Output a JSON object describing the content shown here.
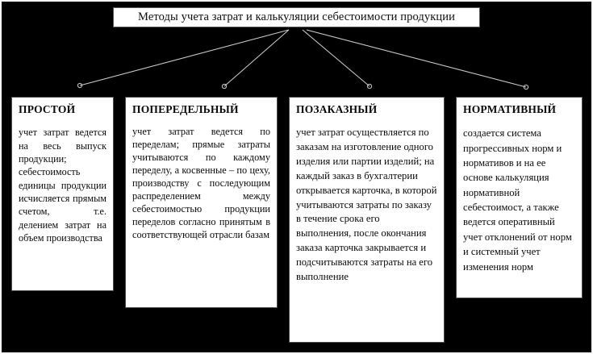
{
  "diagram": {
    "title": "Методы учета затрат и калькуляции себестоимости продукции",
    "background_color": "#000000",
    "box_color": "#ffffff",
    "text_color": "#0a0a0a",
    "connector_color": "#c8c8c8",
    "methods": [
      {
        "header": "ПРОСТОЙ",
        "body": "учет затрат ведется на весь выпуск продукции; себестоимость единицы продукции исчисляется прямым счетом, т.е. делением затрат на объем производства",
        "align": "justify"
      },
      {
        "header": "ПОПЕРЕДЕЛЬНЫЙ",
        "body": "учет затрат ведется по переделам; прямые затраты учитываются по каждому переделу, а косвенные – по цеху, производству с последующим распределением между себестоимостью продукции переделов согласно принятым в соответствующей отрасли базам",
        "align": "justify"
      },
      {
        "header": "ПОЗАКАЗНЫЙ",
        "body": "учет затрат осуществляется по заказам на изготовление одного изделия или партии изделий; на каждый заказ в бухгалтерии открывается карточка, в которой учитываются затраты по заказу в течение срока его выполнения, после окончания заказа карточка закрывается и подсчитываются затраты на его выполнение",
        "align": "left"
      },
      {
        "header": "НОРМАТИВНЫЙ",
        "body": "создается система прогрессивных норм и нормативов и на ее основе калькуляция нормативной себестоимост, а также ведется оперативный учет отклонений от норм и системный учет изменения норм",
        "align": "left"
      }
    ]
  }
}
